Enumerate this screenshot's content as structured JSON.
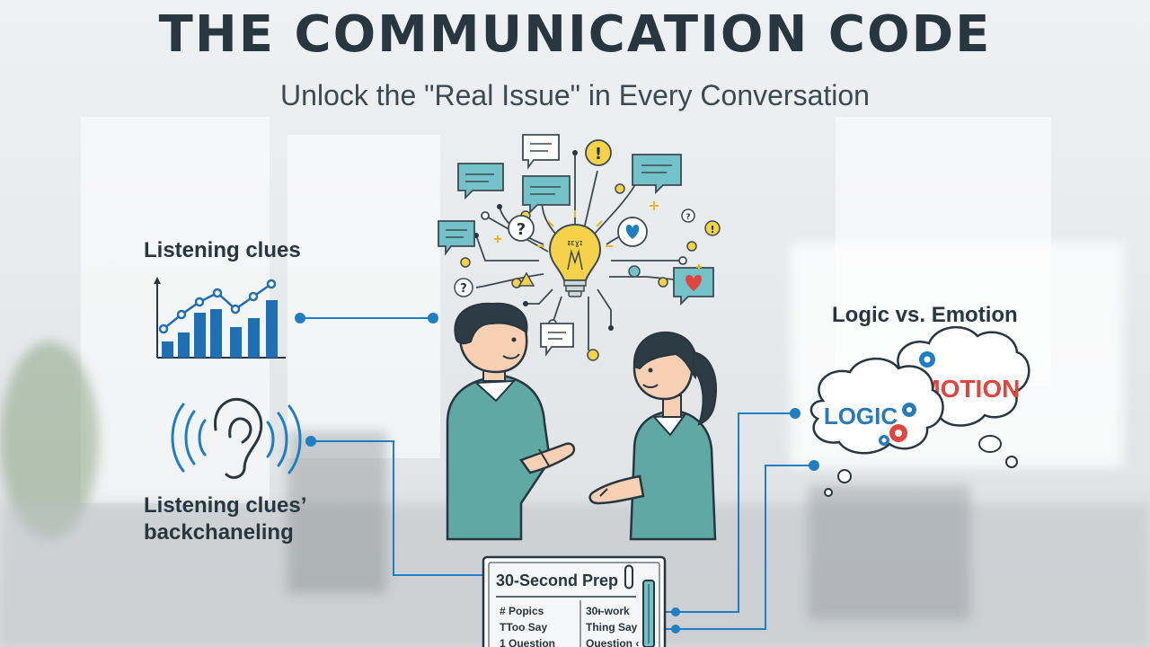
{
  "header": {
    "title": "THE COMMUNICATION CODE",
    "subtitle": "Unlock the \"Real Issue\" in Every Conversation"
  },
  "labels": {
    "listening_clues": "Listening clues",
    "backchanneling_line1": "Listening clues’",
    "backchanneling_line2": "backchaneling",
    "logic_emotion": "Logic vs. Emotion"
  },
  "clouds": {
    "logic": "LOGIC",
    "emotion": "EMOTION"
  },
  "bulb_text": "ᵻɛɣɪ",
  "prep_card": {
    "title": "30-Second Prep",
    "left_items": [
      "# Popics",
      "TToo Say",
      "1 Question"
    ],
    "right_items": [
      "30ᵻ-work",
      "Thing Say",
      "Question ‹"
    ]
  },
  "colors": {
    "accent_blue": "#1f7fc2",
    "teal": "#74c2c9",
    "shirt": "#5fa8a3",
    "emotion_red": "#e0453e",
    "logic_blue": "#2b7ab8",
    "bulb_yellow": "#f5d24a"
  }
}
